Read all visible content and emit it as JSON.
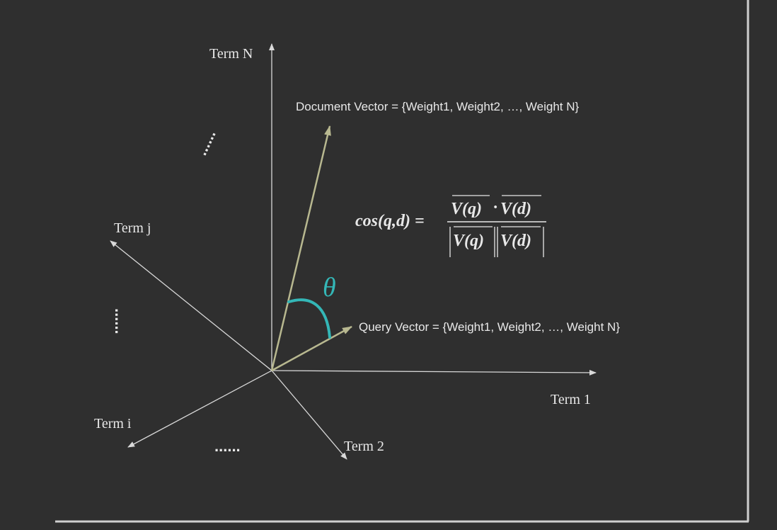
{
  "colors": {
    "background": "#2f2f2f",
    "frame": "#cfcfcf",
    "axis": "#d9d9d9",
    "vector": "#b8b890",
    "theta": "#34b7b7",
    "text": "#e8e8e8"
  },
  "axes": {
    "term_n": "Term N",
    "term_j": "Term j",
    "term_i": "Term i",
    "term_1": "Term 1",
    "term_2": "Term 2"
  },
  "ellipses": {
    "vertical": "⋮",
    "diagonal": "......",
    "bottom": "......"
  },
  "vectors": {
    "document_label": "Document Vector = {Weight1, Weight2, …, Weight N}",
    "query_label": "Query Vector = {Weight1, Weight2, …, Weight N}"
  },
  "angle": {
    "symbol": "θ"
  },
  "formula": {
    "lhs": "cos(q,d) =",
    "numerator_left": "V(q)",
    "dot": "·",
    "numerator_right": "V(d)",
    "denominator_left": "V(q)",
    "denominator_right": "V(d)"
  },
  "icons": {
    "arrowhead": "arrowhead-icon"
  }
}
